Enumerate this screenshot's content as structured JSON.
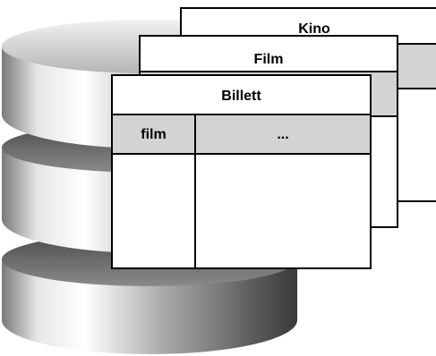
{
  "tables": {
    "kino": {
      "title": "Kino"
    },
    "film": {
      "title": "Film"
    },
    "billett": {
      "title": "Billett",
      "columns": [
        "film",
        "..."
      ]
    }
  },
  "colors": {
    "header_fill": "#d3d3d3",
    "border": "#000000",
    "card_fill": "#ffffff"
  },
  "icons": {
    "background": "database-cylinder-icon"
  }
}
